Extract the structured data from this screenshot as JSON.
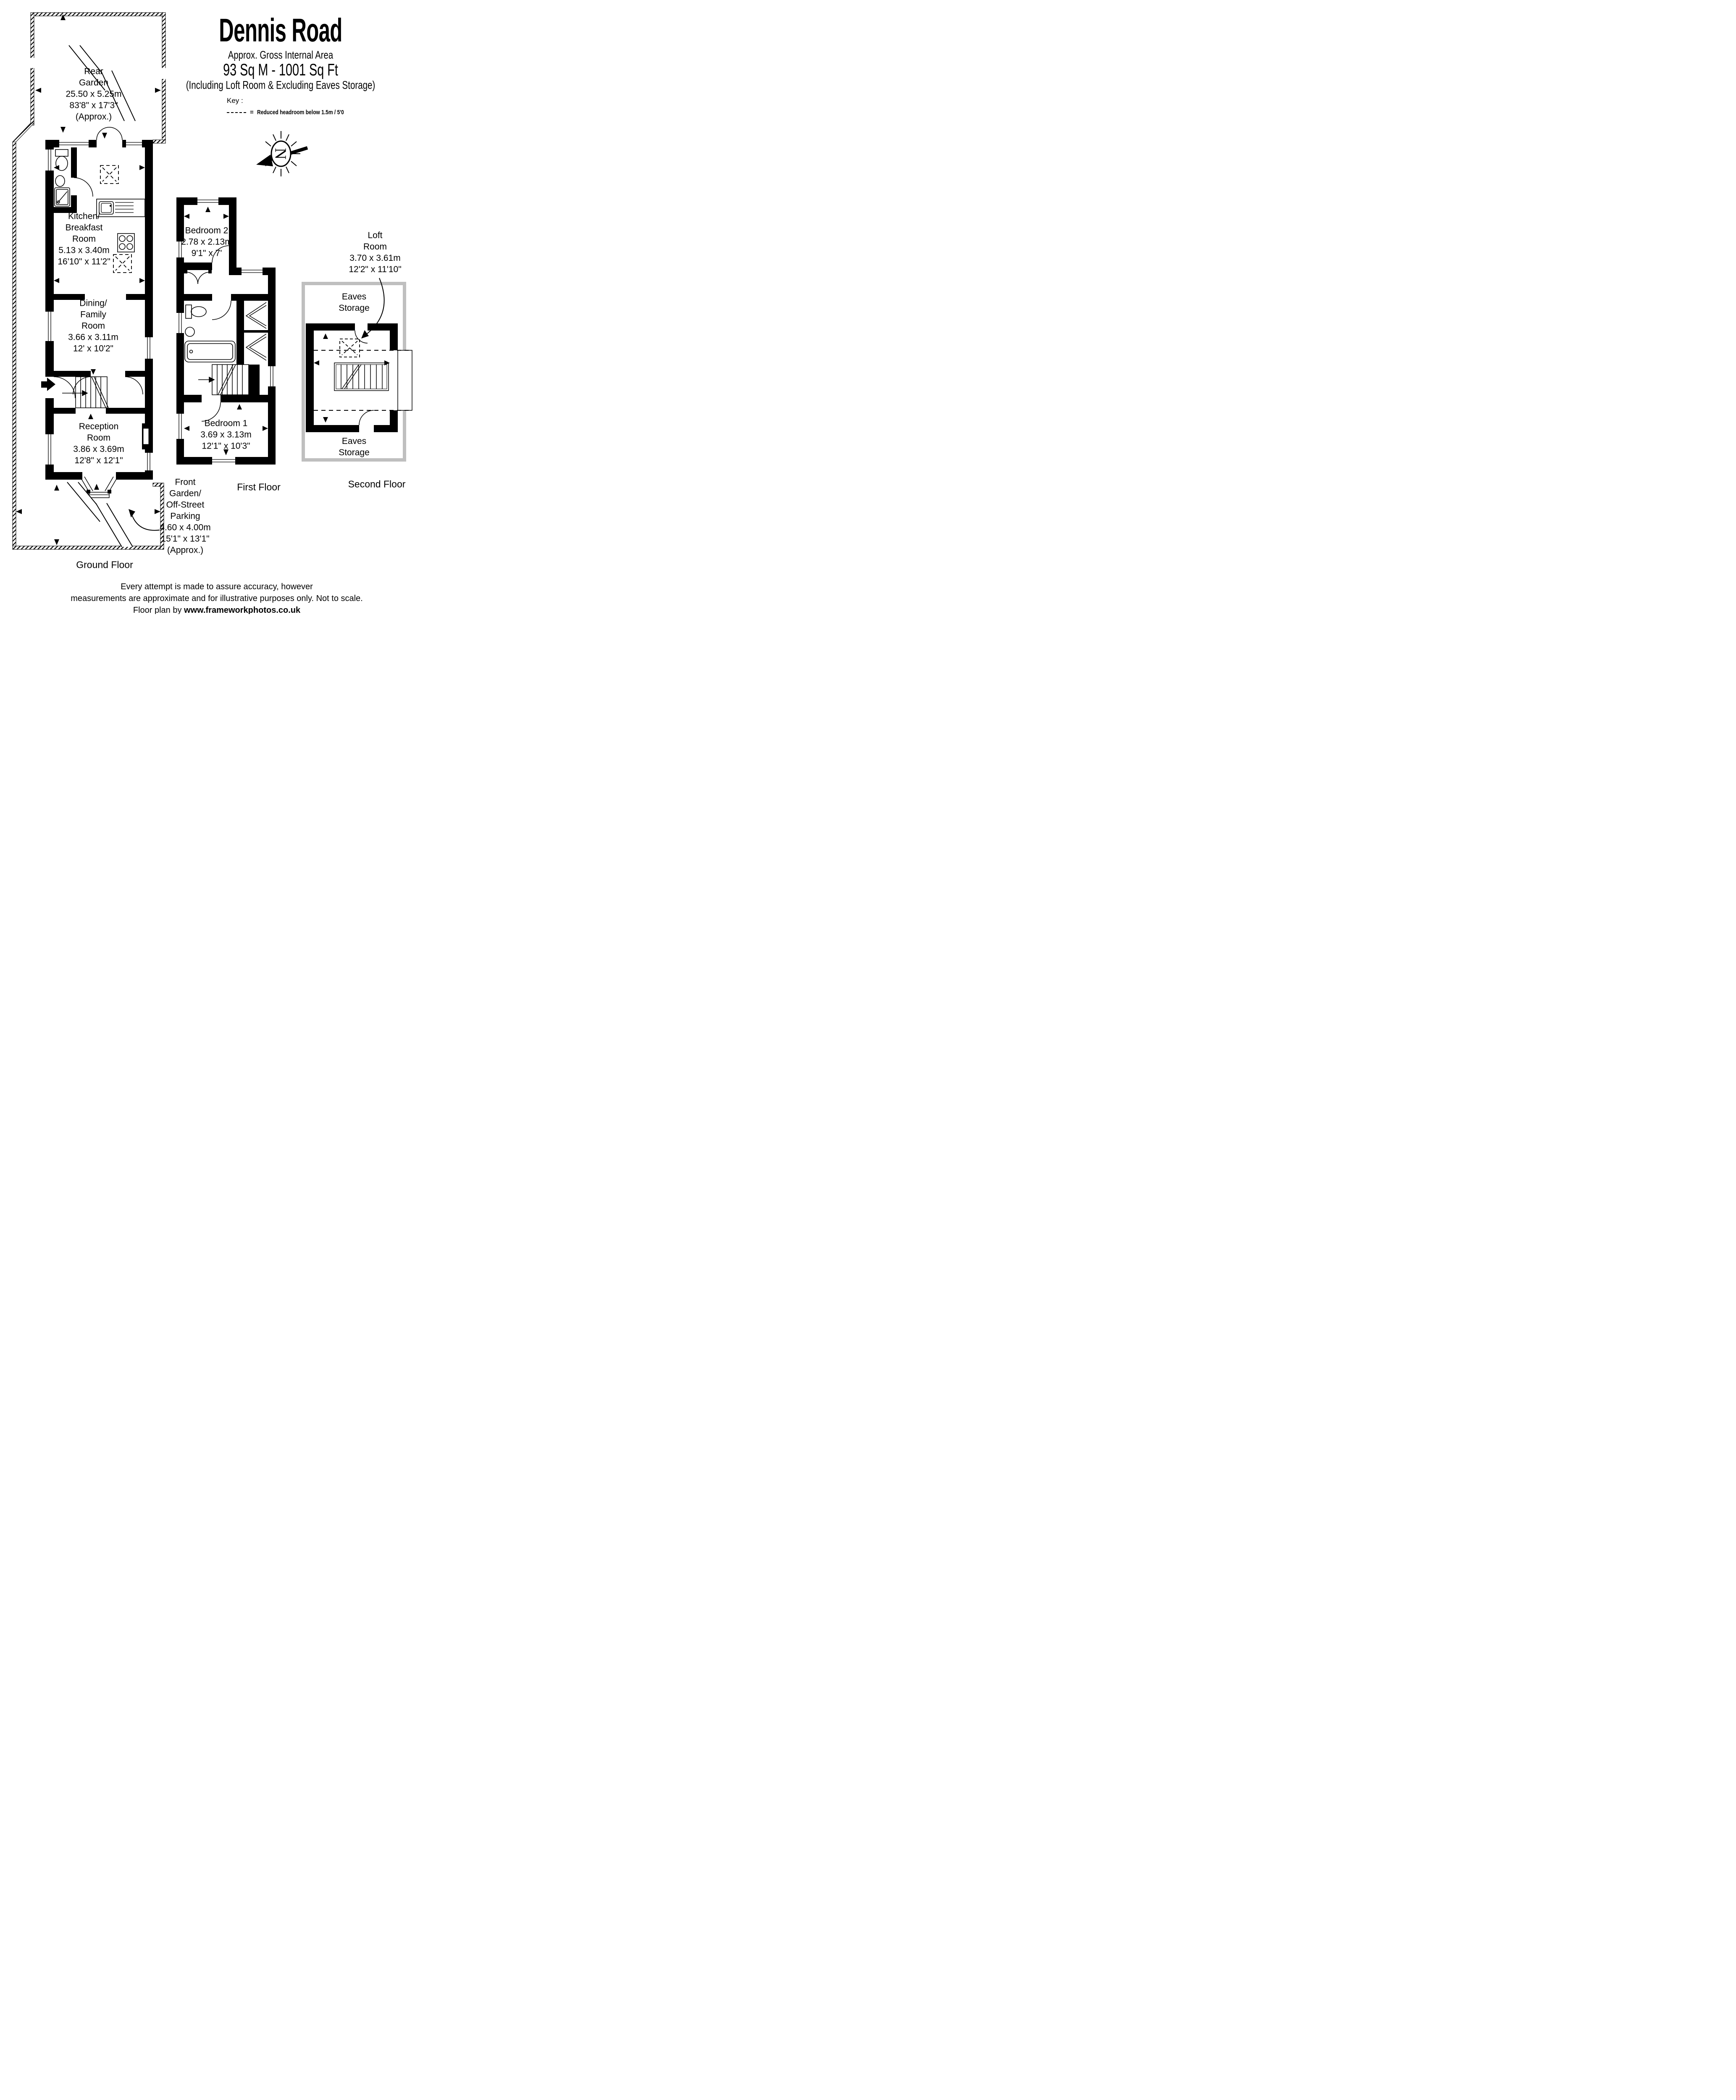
{
  "header": {
    "title": "Dennis Road",
    "subtitle": "Approx. Gross Internal Area",
    "area": "93 Sq M  -  1001 Sq Ft",
    "note": "(Including Loft Room & Excluding Eaves Storage)"
  },
  "key": {
    "label": "Key :",
    "equals": "=",
    "text": "Reduced  headroom below 1.5m / 5'0"
  },
  "compass": {
    "north_letter": "N"
  },
  "rooms": {
    "rear_garden": {
      "lines": [
        "Rear",
        "Garden",
        "25.50 x 5.25m",
        "83'8\" x 17'3\"",
        "(Approx.)"
      ]
    },
    "kitchen": {
      "lines": [
        "Kitchen/",
        "Breakfast",
        "Room",
        "5.13 x 3.40m",
        "16'10\" x 11'2\""
      ]
    },
    "dining": {
      "lines": [
        "Dining/",
        "Family",
        "Room",
        "3.66 x 3.11m",
        "12' x 10'2\""
      ]
    },
    "reception": {
      "lines": [
        "Reception",
        "Room",
        "3.86 x 3.69m",
        "12'8\" x 12'1\""
      ]
    },
    "front_garden": {
      "lines": [
        "Front",
        "Garden/",
        "Off-Street",
        "Parking",
        "4.60 x 4.00m",
        "15'1\" x 13'1\"",
        "(Approx.)"
      ]
    },
    "bedroom2": {
      "lines": [
        "Bedroom 2",
        "2.78 x 2.13m",
        "9'1\" x 7'"
      ]
    },
    "bedroom1": {
      "lines": [
        "Bedroom 1",
        "3.69 x 3.13m",
        "12'1\" x 10'3\""
      ]
    },
    "loft": {
      "lines": [
        "Loft",
        "Room",
        "3.70 x 3.61m",
        "12'2\" x 11'10\""
      ]
    },
    "eaves_top": {
      "lines": [
        "Eaves",
        "Storage"
      ]
    },
    "eaves_bottom": {
      "lines": [
        "Eaves",
        "Storage"
      ]
    }
  },
  "floors": {
    "ground": "Ground Floor",
    "first": "First Floor",
    "second": "Second Floor"
  },
  "footer": {
    "line1": "Every attempt is made to assure accuracy, however",
    "line2": "measurements are approximate and for illustrative purposes only. Not to scale.",
    "line3_prefix": "Floor plan by ",
    "line3_url": " www.frameworkphotos.co.uk"
  },
  "colors": {
    "wall": "#000000",
    "eaves": "#bfbfbf",
    "background": "#ffffff"
  }
}
